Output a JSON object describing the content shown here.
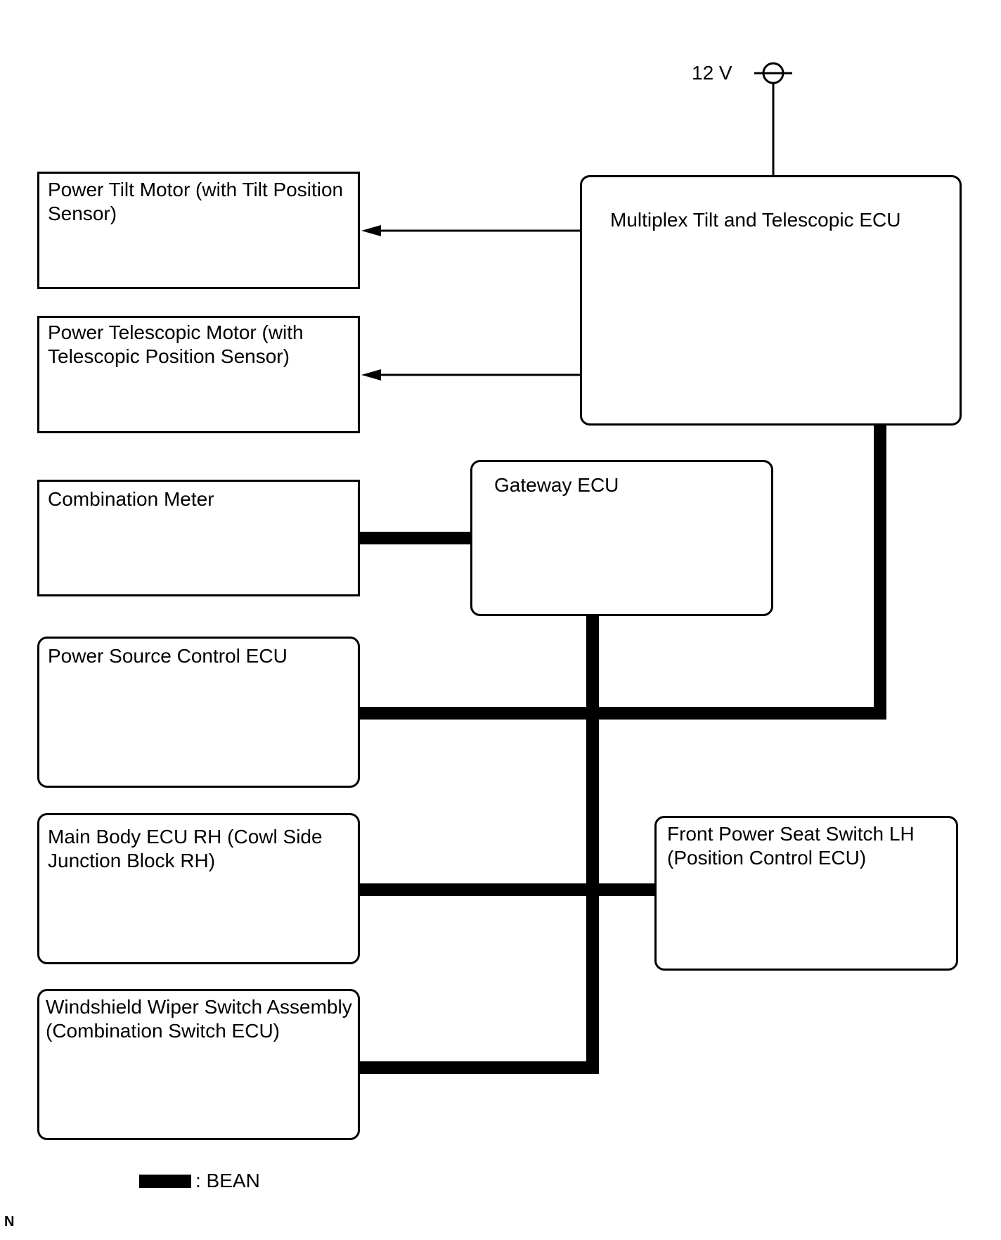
{
  "supply": {
    "label": "12 V"
  },
  "boxes": {
    "power_tilt_motor": "Power Tilt Motor (with Tilt Position\nSensor)",
    "power_telescopic_motor": "Power Telescopic Motor (with\nTelescopic Position Sensor)",
    "combination_meter": "Combination Meter",
    "power_source_control_ecu": "Power Source Control ECU",
    "main_body_ecu": "Main Body ECU RH (Cowl Side\nJunction Block RH)",
    "windshield_wiper_switch": "Windshield Wiper Switch Assembly\n(Combination Switch ECU)",
    "multiplex_tilt_ecu": "Multiplex Tilt and Telescopic ECU",
    "gateway_ecu": "Gateway ECU",
    "front_power_seat_switch": "Front Power Seat Switch LH\n(Position Control ECU)"
  },
  "legend": {
    "bean_label": ": BEAN"
  },
  "corner_mark": "N"
}
